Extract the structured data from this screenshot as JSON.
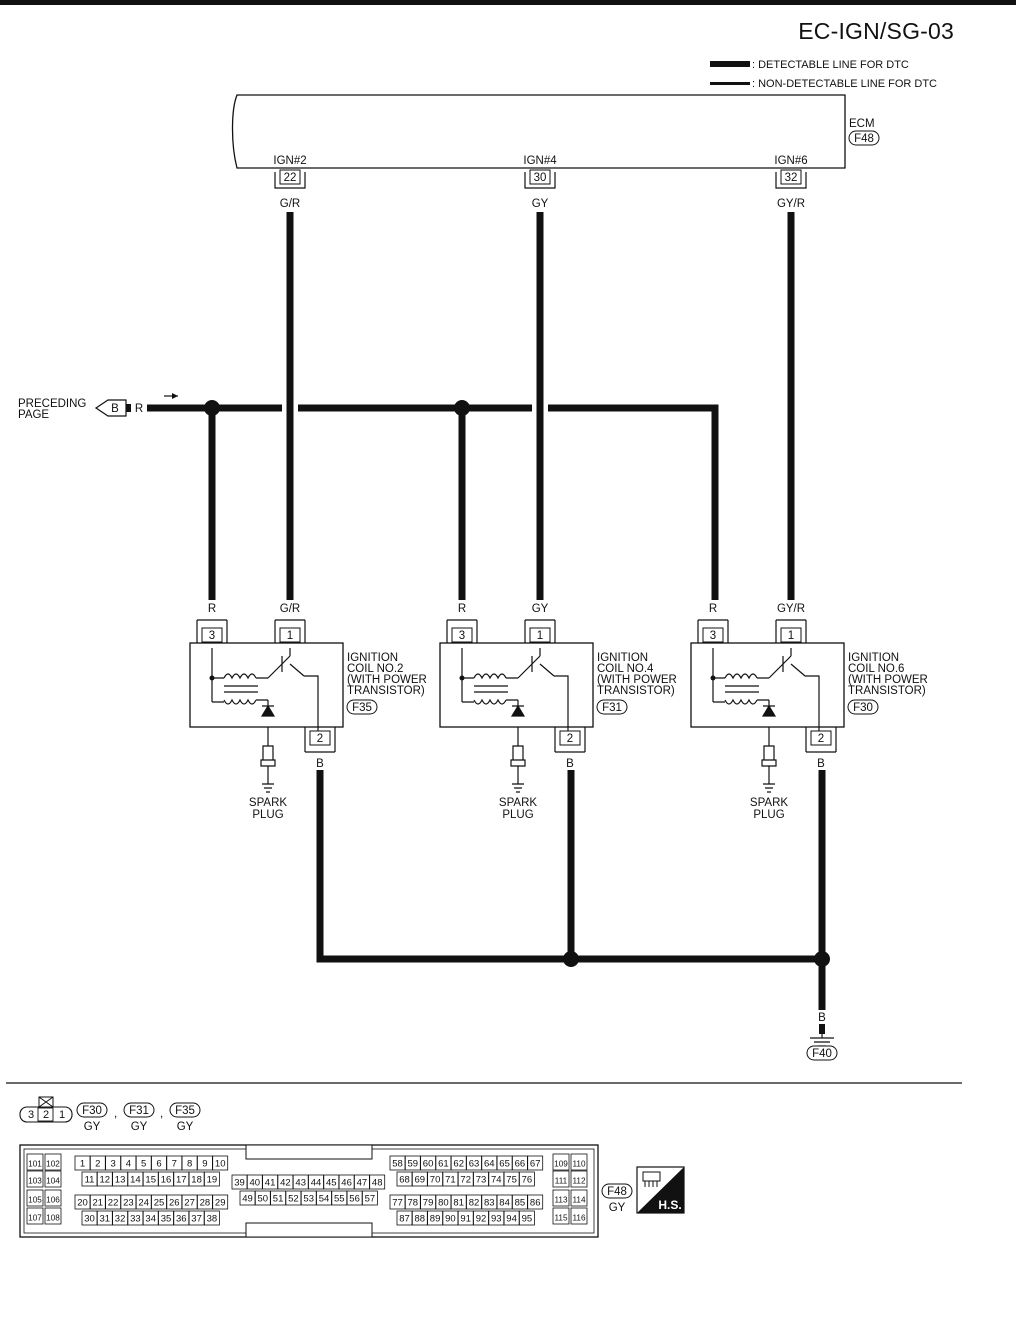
{
  "title": "EC-IGN/SG-03",
  "legend": {
    "detectable": ": DETECTABLE LINE FOR DTC",
    "non_detectable": ": NON-DETECTABLE LINE FOR DTC"
  },
  "ecm": {
    "label": "ECM",
    "connector": "F48",
    "pins": [
      {
        "name": "IGN#2",
        "num": "22",
        "wire": "G/R"
      },
      {
        "name": "IGN#4",
        "num": "30",
        "wire": "GY"
      },
      {
        "name": "IGN#6",
        "num": "32",
        "wire": "GY/R"
      }
    ]
  },
  "preceding": {
    "line1": "PRECEDING",
    "line2": "PAGE",
    "tag": "B",
    "wire": "R"
  },
  "coils": [
    {
      "l1": "IGNITION",
      "l2": "COIL NO.2",
      "l3": "(WITH POWER",
      "l4": "TRANSISTOR)",
      "connector": "F35",
      "pin_a": "3",
      "pin_b": "1",
      "pin_c": "2",
      "wire_a": "R",
      "wire_b": "G/R",
      "wire_c": "B",
      "plug1": "SPARK",
      "plug2": "PLUG"
    },
    {
      "l1": "IGNITION",
      "l2": "COIL NO.4",
      "l3": "(WITH POWER",
      "l4": "TRANSISTOR)",
      "connector": "F31",
      "pin_a": "3",
      "pin_b": "1",
      "pin_c": "2",
      "wire_a": "R",
      "wire_b": "GY",
      "wire_c": "B",
      "plug1": "SPARK",
      "plug2": "PLUG"
    },
    {
      "l1": "IGNITION",
      "l2": "COIL NO.6",
      "l3": "(WITH POWER",
      "l4": "TRANSISTOR)",
      "connector": "F30",
      "pin_a": "3",
      "pin_b": "1",
      "pin_c": "2",
      "wire_a": "R",
      "wire_b": "GY/R",
      "wire_c": "B",
      "plug1": "SPARK",
      "plug2": "PLUG"
    }
  ],
  "ground": {
    "wire": "B",
    "connector": "F40"
  },
  "connector_key": {
    "pins": [
      "3",
      "2",
      "1"
    ],
    "connectors": [
      "F30",
      "F31",
      "F35"
    ],
    "color": "GY",
    "sep": ","
  },
  "ecm_connector": {
    "connector": "F48",
    "color": "GY",
    "badge": "H.S.",
    "left_pins": [
      [
        "101",
        "102"
      ],
      [
        "103",
        "104"
      ],
      [
        "105",
        "106"
      ],
      [
        "107",
        "108"
      ]
    ],
    "right_pins": [
      [
        "109",
        "110"
      ],
      [
        "111",
        "112"
      ],
      [
        "113",
        "114"
      ],
      [
        "115",
        "116"
      ]
    ],
    "rows_a": [
      [
        "1",
        "2",
        "3",
        "4",
        "5",
        "6",
        "7",
        "8",
        "9",
        "10"
      ],
      [
        "11",
        "12",
        "13",
        "14",
        "15",
        "16",
        "17",
        "18",
        "19"
      ],
      [
        "20",
        "21",
        "22",
        "23",
        "24",
        "25",
        "26",
        "27",
        "28",
        "29"
      ],
      [
        "30",
        "31",
        "32",
        "33",
        "34",
        "35",
        "36",
        "37",
        "38"
      ]
    ],
    "rows_b": [
      [
        "39",
        "40",
        "41",
        "42",
        "43",
        "44",
        "45",
        "46",
        "47",
        "48"
      ],
      [
        "49",
        "50",
        "51",
        "52",
        "53",
        "54",
        "55",
        "56",
        "57"
      ]
    ],
    "rows_c": [
      [
        "58",
        "59",
        "60",
        "61",
        "62",
        "63",
        "64",
        "65",
        "66",
        "67"
      ],
      [
        "68",
        "69",
        "70",
        "71",
        "72",
        "73",
        "74",
        "75",
        "76"
      ],
      [
        "77",
        "78",
        "79",
        "80",
        "81",
        "82",
        "83",
        "84",
        "85",
        "86"
      ],
      [
        "87",
        "88",
        "89",
        "90",
        "91",
        "92",
        "93",
        "94",
        "95"
      ]
    ]
  }
}
